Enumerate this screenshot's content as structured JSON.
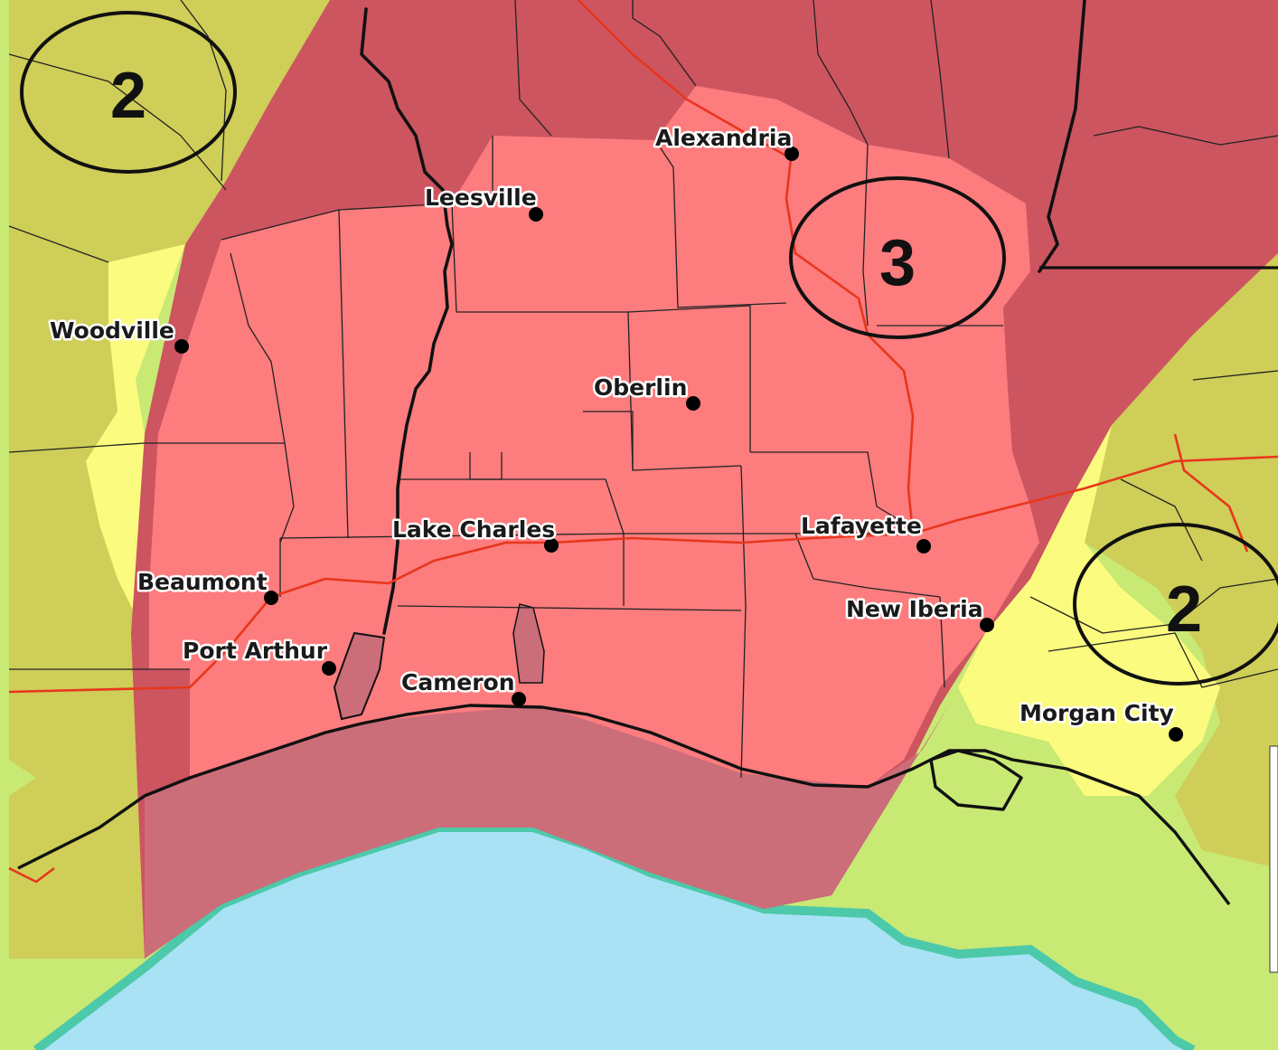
{
  "map": {
    "colors": {
      "gulf_water": "#a9e2f5",
      "shore_band": "#4cc9a9",
      "tstm_general": "#c8e974",
      "marginal_2": "#cece58",
      "slight_yellow": "#fbfb7f",
      "enhanced_3_outer": "#cc5560",
      "enhanced_3_inner": "#fd7c7e",
      "offshore_3": "#cc6d7a",
      "highway": "#e8361c"
    },
    "risk_labels": [
      {
        "id": "nw",
        "value": "2"
      },
      {
        "id": "center",
        "value": "3"
      },
      {
        "id": "se",
        "value": "2"
      }
    ],
    "cities": [
      {
        "id": "alexandria",
        "name": "Alexandria"
      },
      {
        "id": "leesville",
        "name": "Leesville"
      },
      {
        "id": "woodville",
        "name": "Woodville"
      },
      {
        "id": "oberlin",
        "name": "Oberlin"
      },
      {
        "id": "lake-charles",
        "name": "Lake Charles"
      },
      {
        "id": "lafayette",
        "name": "Lafayette"
      },
      {
        "id": "beaumont",
        "name": "Beaumont"
      },
      {
        "id": "new-iberia",
        "name": "New Iberia"
      },
      {
        "id": "port-arthur",
        "name": "Port Arthur"
      },
      {
        "id": "cameron",
        "name": "Cameron"
      },
      {
        "id": "morgan-city",
        "name": "Morgan City"
      }
    ]
  }
}
